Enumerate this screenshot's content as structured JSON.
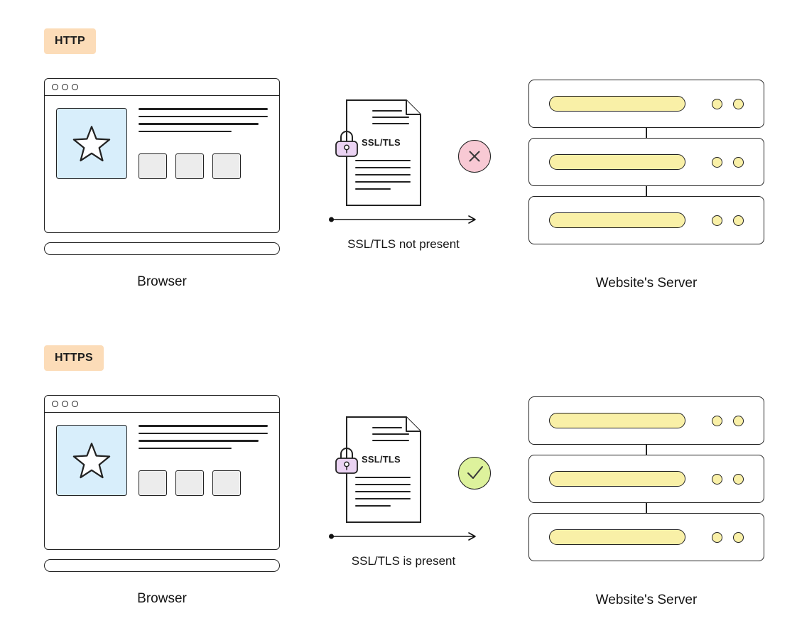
{
  "rows": [
    {
      "protocol_label": "HTTP",
      "browser_label": "Browser",
      "server_label": "Website's Server",
      "document_label": "SSL/TLS",
      "arrow_caption": "SSL/TLS not present",
      "status": "not-present",
      "status_icon": "x-icon"
    },
    {
      "protocol_label": "HTTPS",
      "browser_label": "Browser",
      "server_label": "Website's Server",
      "document_label": "SSL/TLS",
      "arrow_caption": "SSL/TLS is present",
      "status": "present",
      "status_icon": "check-icon"
    }
  ],
  "icons": {
    "browser_logo": "star-icon",
    "document_lock": "lock-icon",
    "negative_status": "x-icon",
    "positive_status": "check-icon",
    "transfer": "arrow-right-icon"
  },
  "colors": {
    "badge_bg": "#fcdcb8",
    "tile_bg": "#d8eefb",
    "pill_bg": "#f9f0a7",
    "lock_bg": "#ebd3f3",
    "x_bg": "#f8c9d4",
    "check_bg": "#ddf29c"
  }
}
